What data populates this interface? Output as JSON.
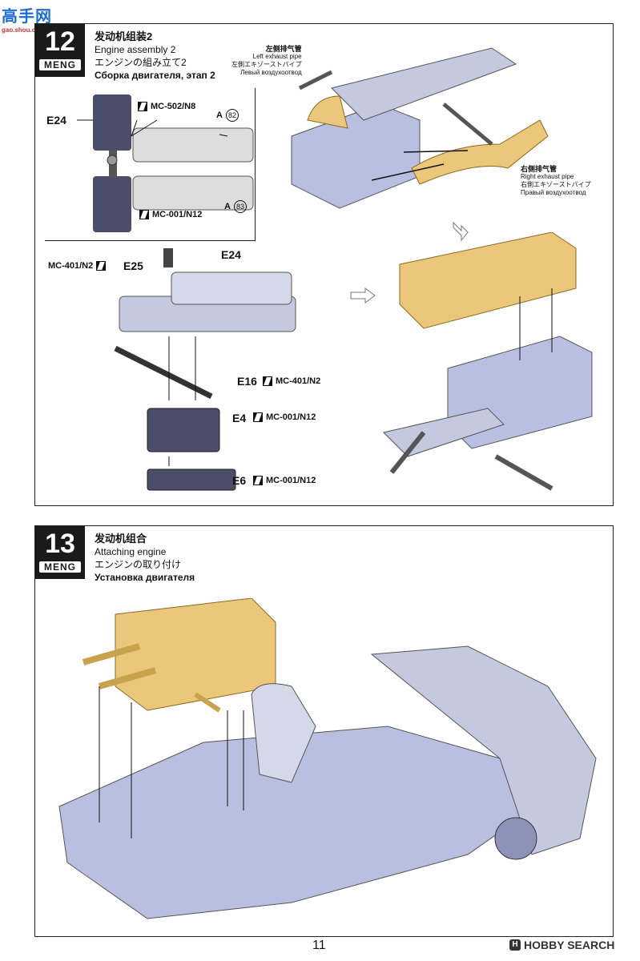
{
  "watermark": {
    "logo": "高手网",
    "site": "gao.shou.com"
  },
  "step12": {
    "number": "12",
    "brand": "MENG",
    "title_zh": "发动机组装2",
    "title_en": "Engine assembly 2",
    "title_ja": "エンジンの組み立て2",
    "title_ru": "Сборка двигателя, этап 2",
    "inset": {
      "part": "E24",
      "paint_top": "MC-502/N8",
      "paint_bottom": "MC-001/N12",
      "decal_top_prefix": "A",
      "decal_top_num": "82",
      "decal_bottom_prefix": "A",
      "decal_bottom_num": "83"
    },
    "left_pipe": {
      "zh": "左侧排气管",
      "en": "Left exhaust pipe",
      "ja": "左側エキゾーストパイプ",
      "ru": "Левый воздухоотвод"
    },
    "right_pipe": {
      "zh": "右侧排气管",
      "en": "Right exhaust pipe",
      "ja": "右側エキゾーストパイプ",
      "ru": "Правый воздухоотвод"
    },
    "parts": {
      "e25": "E25",
      "e25_paint": "MC-401/N2",
      "e24": "E24",
      "e16": "E16",
      "e16_paint": "MC-401/N2",
      "e4": "E4",
      "e4_paint": "MC-001/N12",
      "e6": "E6",
      "e6_paint": "MC-001/N12"
    }
  },
  "step13": {
    "number": "13",
    "brand": "MENG",
    "title_zh": "发动机组合",
    "title_en": "Attaching engine",
    "title_ja": "エンジンの取り付け",
    "title_ru": "Установка двигателя"
  },
  "footer": {
    "page": "11",
    "source": "HOBBY SEARCH"
  },
  "colors": {
    "engine_gold": "#eac77a",
    "part_blue": "#b9bfe0",
    "part_dark": "#4a4e6a",
    "panel_border": "#222222"
  }
}
